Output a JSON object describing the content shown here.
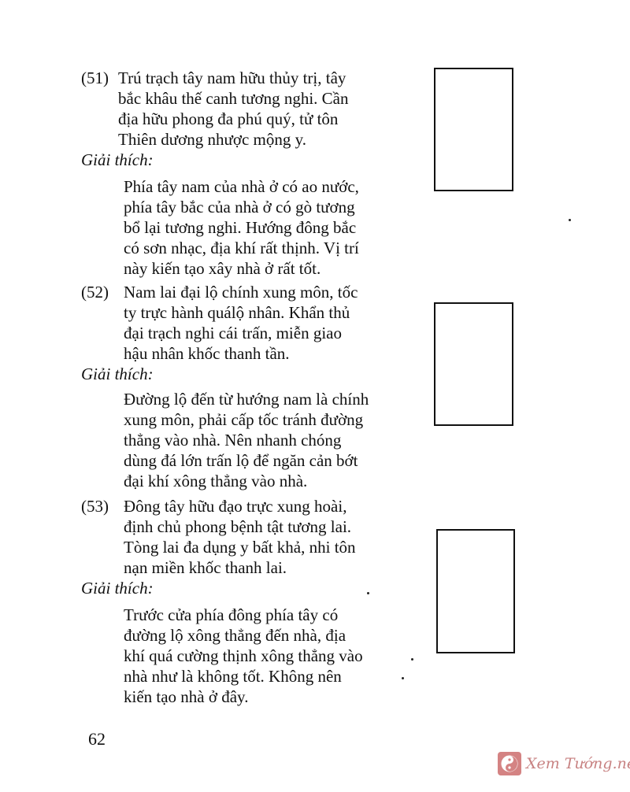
{
  "entries": [
    {
      "number": "(51)",
      "verse": "Trú trạch tây nam hữu thủy trị, tây\nbắc khâu thế canh tương nghi. Cần\nđịa hữu phong đa phú quý, tử tôn\nThiên dương nhược mộng y.",
      "label": "Giải thích:",
      "explanation": "Phía tây nam của nhà ở có ao nước,\nphía tây bắc của nhà ở có gò tương\nbổ lại tương nghi. Hướng đông bắc\ncó sơn nhạc, địa khí rất thịnh. Vị trí\nnày kiến tạo xây nhà ở rất tốt."
    },
    {
      "number": "(52)",
      "verse": "Nam lai đại lộ chính xung môn, tốc\nty trực hành quálộ nhân. Khẩn thủ\nđại trạch nghi cái trấn, miễn giao\nhậu nhân khốc thanh tần.",
      "label": "Giải thích:",
      "explanation": "Đường lộ đến từ hướng nam là chính\nxung môn, phải cấp tốc tránh đường\nthẳng vào nhà. Nên nhanh chóng\ndùng đá lớn trấn lộ để ngăn cản bớt\nđại khí xông thẳng vào nhà."
    },
    {
      "number": "(53)",
      "verse": "Đông tây hữu đạo trực xung hoài,\nđịnh chủ phong bệnh tật tương lai.\nTòng lai đa dụng y bất khả, nhi tôn\nnạn miền khốc thanh lai.",
      "label": "Giải thích:",
      "explanation": "Trước cửa phía đông phía tây có\nđường lộ xông thẳng đến nhà, địa\nkhí quá cường thịnh xông thẳng vào\nnhà như là không tốt. Không nên\nkiến tạo nhà ở đây."
    }
  ],
  "page_number": "62",
  "watermark": {
    "text": "Xem Tướng.net",
    "icon": "yin-yang-icon",
    "color": "#9a1b1b"
  }
}
